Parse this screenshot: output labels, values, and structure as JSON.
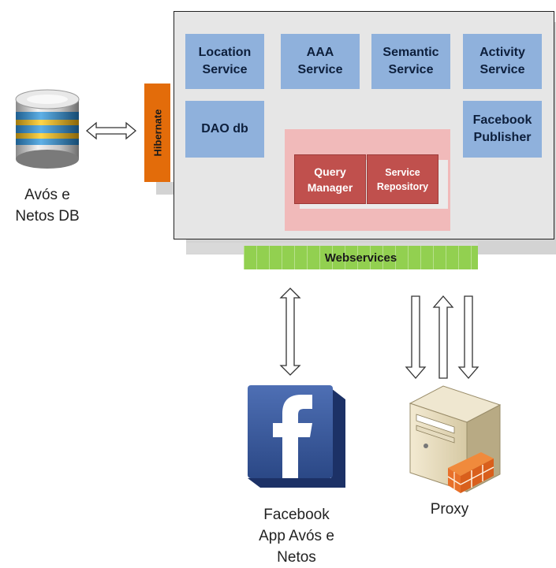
{
  "database": {
    "label_line1": "Avós e",
    "label_line2": "Netos DB",
    "icon": "database-icon"
  },
  "hibernate": {
    "label": "Hibernate"
  },
  "services": {
    "location": {
      "line1": "Location",
      "line2": "Service"
    },
    "aaa": {
      "line1": "AAA",
      "line2": "Service"
    },
    "semantic": {
      "line1": "Semantic",
      "line2": "Service"
    },
    "activity": {
      "line1": "Activity",
      "line2": "Service"
    },
    "dao": {
      "label": "DAO db"
    },
    "facebook_publisher": {
      "line1": "Facebook",
      "line2": "Publisher"
    },
    "query_manager": {
      "line1": "Query",
      "line2": "Manager"
    },
    "service_repository": {
      "line1": "Service",
      "line2": "Repository"
    }
  },
  "webservices": {
    "label": "Webservices"
  },
  "facebook_app": {
    "line1": "Facebook",
    "line2": "App Avós e",
    "line3": "Netos",
    "icon": "facebook-icon"
  },
  "proxy": {
    "label": "Proxy",
    "icon": "server-firewall-icon"
  },
  "colors": {
    "service_blue": "#8fb1dc",
    "core_red": "#c0504d",
    "core_zone_pink": "#f1baba",
    "hibernate_orange": "#e36c0a",
    "webservices_green": "#92d050",
    "facebook_blue": "#3b5998"
  }
}
